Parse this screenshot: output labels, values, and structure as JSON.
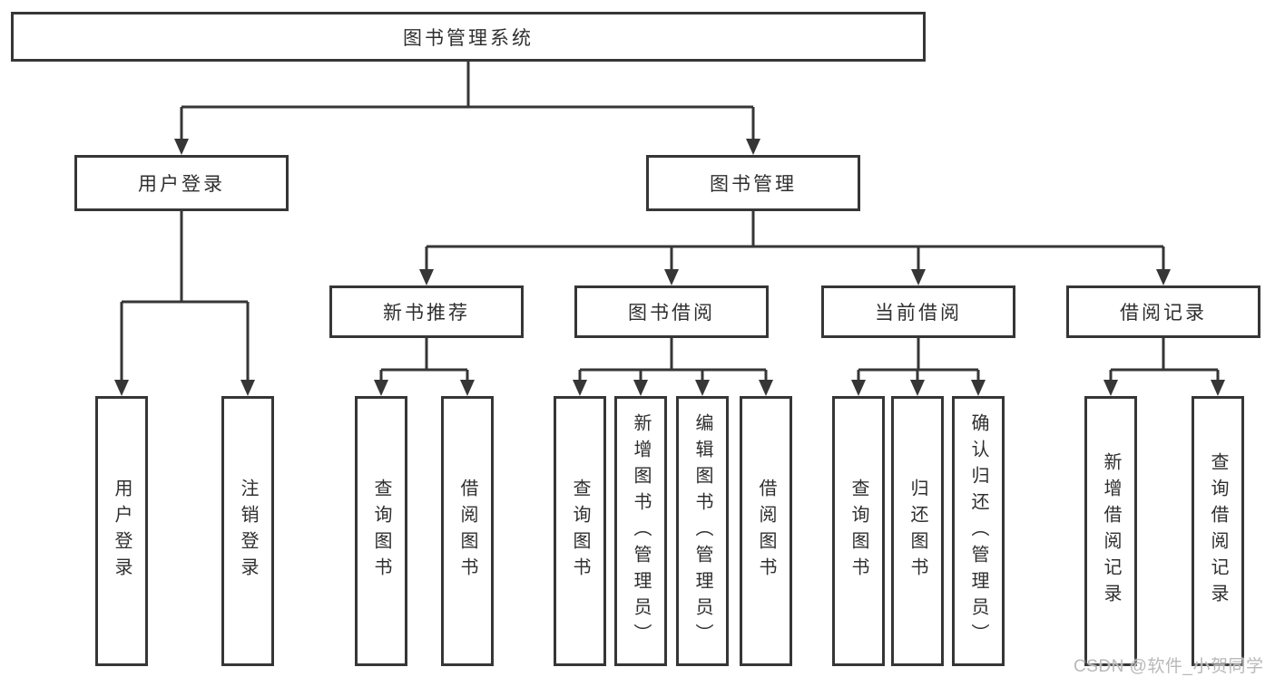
{
  "tree": {
    "label": "图书管理系统",
    "children": [
      {
        "label": "用户登录",
        "children": [
          {
            "label": "用户登录"
          },
          {
            "label": "注销登录"
          }
        ]
      },
      {
        "label": "图书管理",
        "children": [
          {
            "label": "新书推荐",
            "children": [
              {
                "label": "查询图书"
              },
              {
                "label": "借阅图书"
              }
            ]
          },
          {
            "label": "图书借阅",
            "children": [
              {
                "label": "查询图书"
              },
              {
                "label": "新增图书（管理员）"
              },
              {
                "label": "编辑图书（管理员）"
              },
              {
                "label": "借阅图书"
              }
            ]
          },
          {
            "label": "当前借阅",
            "children": [
              {
                "label": "查询图书"
              },
              {
                "label": "归还图书"
              },
              {
                "label": "确认归还（管理员）"
              }
            ]
          },
          {
            "label": "借阅记录",
            "children": [
              {
                "label": "新增借阅记录"
              },
              {
                "label": "查询借阅记录"
              }
            ]
          }
        ]
      }
    ]
  },
  "watermark": "CSDN @软件_小贺同学",
  "colors": {
    "line": "#363636",
    "text": "#2f2f2f",
    "watermark": "#b9b9b9",
    "background": "#ffffff"
  }
}
